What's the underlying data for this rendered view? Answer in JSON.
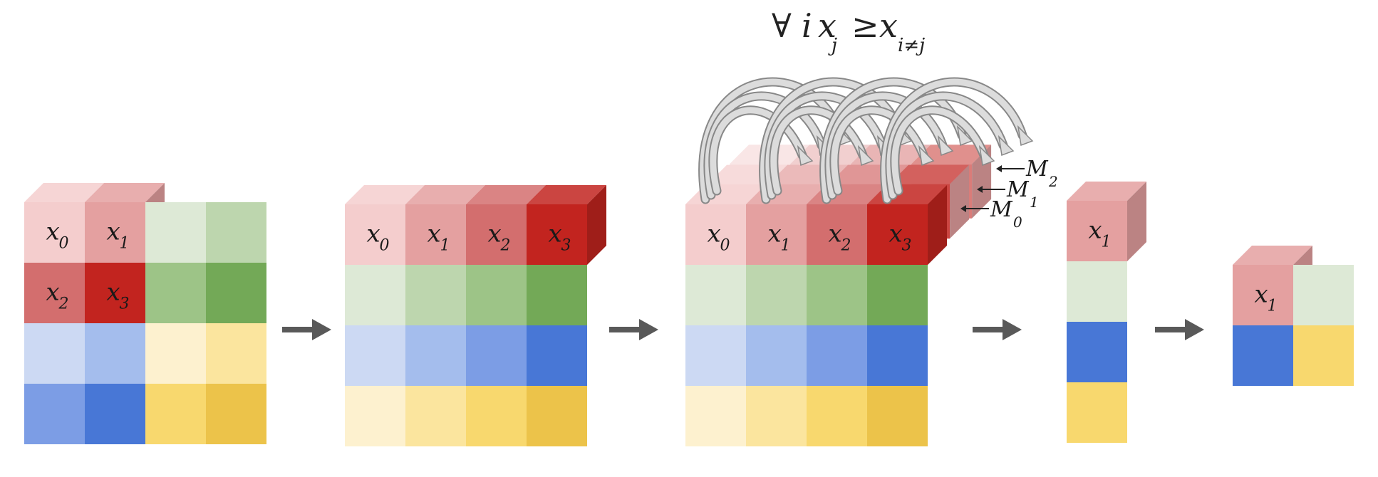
{
  "formula": {
    "forall": "∀",
    "i": "i",
    "x1": "x",
    "j": "j",
    "geq": "≥",
    "x2": "x",
    "ineqj": "i≠j"
  },
  "cell_labels": {
    "x": "x",
    "s0": "0",
    "s1": "1",
    "s2": "2",
    "s3": "3"
  },
  "mask_labels": [
    {
      "m": "M",
      "sub": "2"
    },
    {
      "m": "M",
      "sub": "1"
    },
    {
      "m": "M",
      "sub": "0"
    }
  ],
  "colors": {
    "red": [
      "#f4cdcd",
      "#e4a0a0",
      "#d36e6e",
      "#c2241f"
    ],
    "green": [
      "#dde9d6",
      "#bdd6ae",
      "#9dc487",
      "#73a957"
    ],
    "blue": [
      "#ccd9f3",
      "#a4bded",
      "#7c9de5",
      "#4877d6"
    ],
    "yellow": [
      "#fdf1cf",
      "#fbe59e",
      "#f8d86e",
      "#ecc34a"
    ],
    "arrow": "#595959",
    "curve_fill": "#dcdcdc",
    "curve_stroke": "#888888"
  }
}
